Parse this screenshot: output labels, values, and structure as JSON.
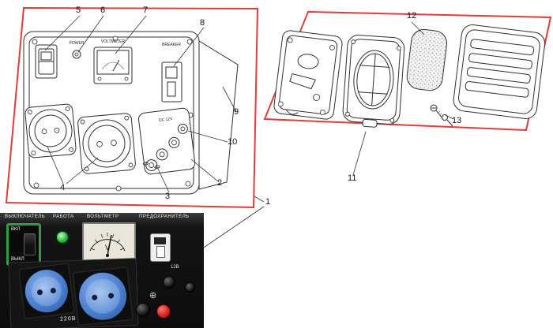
{
  "callouts": {
    "c1": "1",
    "c2": "2",
    "c3": "3",
    "c4": "4",
    "c5": "5",
    "c6": "6",
    "c7": "7",
    "c8": "8",
    "c9": "9",
    "c10": "10",
    "c11": "11",
    "c12": "12",
    "c13": "13"
  },
  "drawing": {
    "power_label": "POWER",
    "voltmeter_label": "VOLTMETER",
    "breaker_label": "BREAKER",
    "dc_label": "DC 12V"
  },
  "photo": {
    "header_labels": [
      "ВЫКЛЮЧАТЕЛЬ",
      "РАБОТА",
      "ВОЛЬТМЕТР",
      "ПРЕДОХРАНИТЕЛЬ"
    ],
    "switch_on": "ВКЛ",
    "switch_off": "ВЫКЛ",
    "meter_unit": "V",
    "socket_voltage": "220В",
    "dc_label": "12В",
    "ground_symbol": "⊕"
  },
  "colors": {
    "red_outline": "#e23b3b",
    "socket_blue": "#4b7fcf",
    "indicator_green": "#35b54a",
    "switch_green": "#2e9e43",
    "terminal_red": "#cc2222"
  }
}
